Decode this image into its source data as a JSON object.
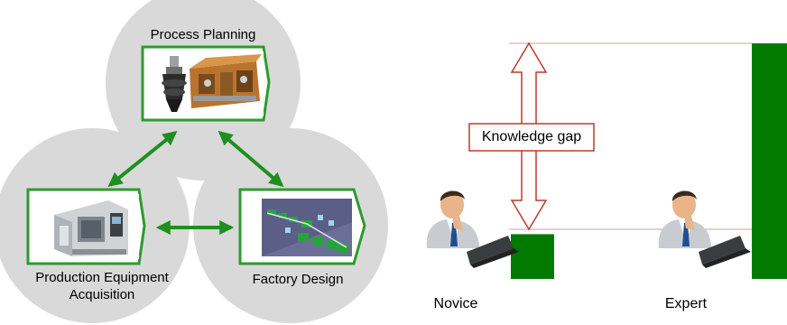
{
  "cycle": {
    "top_label": "Process Planning",
    "left_label_line1": "Production Equipment",
    "left_label_line2": "Acquisition",
    "right_label": "Factory Design",
    "circle_color": "#d9d9d9",
    "frame_color": "#2e9a2e",
    "arrow_color": "#1e8f1e",
    "icons": {
      "top": "cnc-spindle-and-fixture-image",
      "left": "machining-center-image",
      "right": "factory-layout-3d-image"
    }
  },
  "gap_chart": {
    "gap_label": "Knowledge gap",
    "novice_label": "Novice",
    "expert_label": "Expert",
    "bar_color": "#007a00",
    "arrow_outline_color": "#c0392b",
    "novice_level": 0.19,
    "expert_level": 1.0,
    "icons": {
      "person": "person-at-laptop-icon"
    }
  }
}
